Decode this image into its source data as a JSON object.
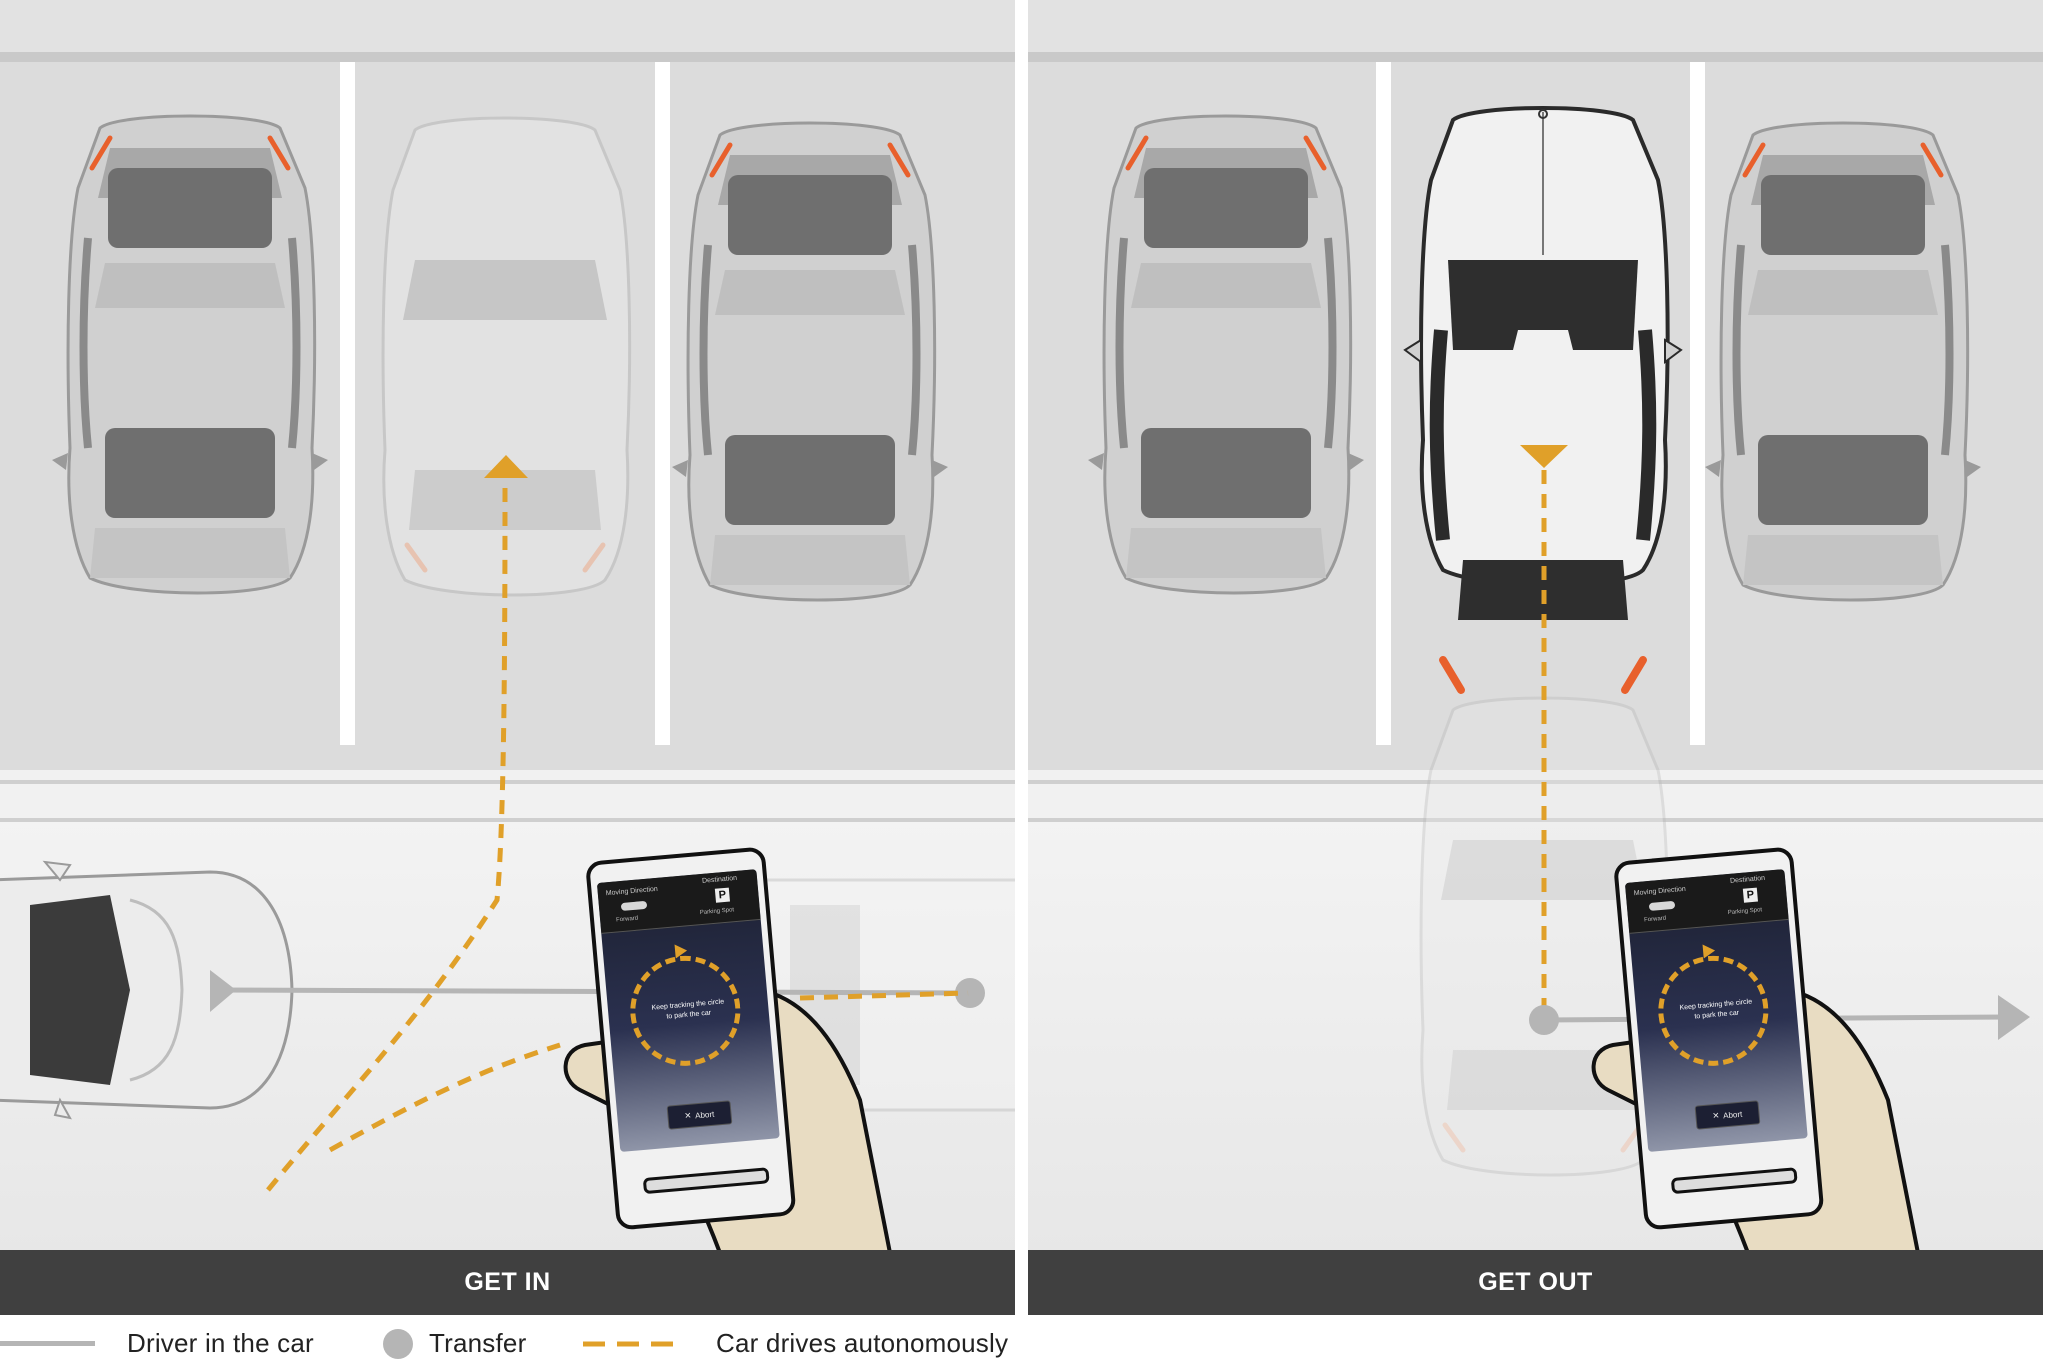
{
  "panels": [
    {
      "id": "get-in",
      "caption": "GET IN"
    },
    {
      "id": "get-out",
      "caption": "GET OUT"
    }
  ],
  "phone": {
    "moving_direction_label": "Moving Direction",
    "destination_label": "Destination",
    "forward_label": "Forward",
    "parking_spot_label": "Parking Spot",
    "parking_icon": "P",
    "instruction_line1": "Keep tracking the circle",
    "instruction_line2": "to park the car",
    "abort_label": "Abort",
    "abort_icon": "×"
  },
  "legend": [
    {
      "key": "driver",
      "label": "Driver in the car",
      "symbol": "gray-line"
    },
    {
      "key": "transfer",
      "label": "Transfer",
      "symbol": "gray-dot"
    },
    {
      "key": "autonomous",
      "label": "Car drives autonomously",
      "symbol": "orange-dashed-line"
    }
  ],
  "colors": {
    "path_orange": "#e0a029",
    "driver_gray": "#b5b5b5",
    "caption_bar": "#404040",
    "parking_line": "#ffffff",
    "tail_light": "#e8602c"
  }
}
